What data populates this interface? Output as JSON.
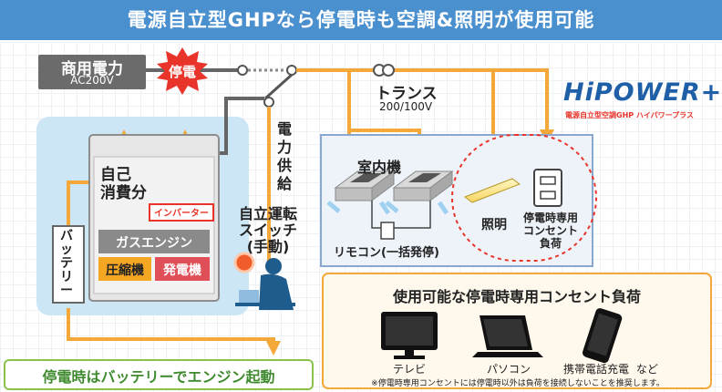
{
  "title": "電源自立型GHPなら停電時も空調&照明が使用可能",
  "grid_power": {
    "label": "商用電力",
    "voltage": "AC200V"
  },
  "outage_badge": "停電",
  "power_supply_label": "電力供給",
  "transformer": {
    "label": "トランス",
    "voltage": "200/100V"
  },
  "brand": {
    "logo": "HiPOWER+",
    "tagline": "電源自立型空調GHP ハイパワープラス"
  },
  "ghp_unit": {
    "self_consumption": "自己\n消費分",
    "inverter": "インバーター",
    "battery": "バッテリー",
    "gas_engine": "ガスエンジン",
    "compressor": "圧縮機",
    "generator": "発電機"
  },
  "switch_label": "自立運転\nスイッチ\n(手動)",
  "indoor_units": {
    "label": "室内機",
    "remote": "リモコン(一括発停)"
  },
  "lighting_label": "照明",
  "outlet_label": "停電時専用\nコンセント\n負荷",
  "loads_panel": {
    "title": "使用可能な停電時専用コンセント負荷",
    "items": [
      "テレビ",
      "パソコン",
      "携帯電話充電"
    ],
    "etc": "など",
    "note": "※停電時専用コンセントには停電時以外は負荷を接続しないことを推奨します。"
  },
  "battery_note": "停電時はバッテリーでエンジン起動",
  "colors": {
    "title_bg": "#4a90cf",
    "orange": "#f4a83a",
    "red": "#e8342a",
    "unit_bg": "#cde6f6",
    "brand_blue": "#1f5fa8"
  }
}
